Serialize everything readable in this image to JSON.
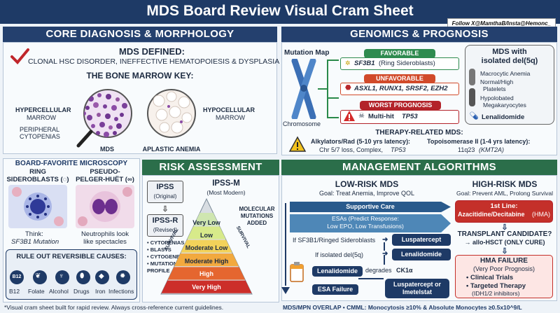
{
  "header": {
    "title": "MDS Board Review Visual Cram Sheet",
    "follow": "Follow X@MamthaB/Insta@Hemonc_"
  },
  "core": {
    "title": "CORE DIAGNOSIS & MORPHOLOGY",
    "defined_label": "MDS DEFINED:",
    "defined_text": "CLONAL HSC DISORDER, INEFFECTIVE HEMATOPOIESIS & DYSPLASIA",
    "marrow_key": "THE BONE MARROW KEY:",
    "hypercellular": "HYPERCELLULAR",
    "marrow1": "MARROW",
    "peripheral": "PERIPHERAL",
    "cytopenias": "CYTOPENIAS",
    "hypocellular": "HYPOCELLULAR",
    "marrow2": "MARROW",
    "mds": "MDS",
    "aplastic": "APLASTIC ANEMIA"
  },
  "genomics": {
    "title": "GENOMICS & PROGNOSIS",
    "mutation_map": "Mutation Map",
    "chromosome": "Chromosome",
    "favorable": "FAVORABLE",
    "favorable_gene": "SF3B1",
    "favorable_note": "(Ring Sideroblasts)",
    "unfavorable": "UNFAVORABLE",
    "unfavorable_genes": "ASXL1, RUNX1, SRSF2, EZH2",
    "worst": "WORST PROGNOSIS",
    "worst_text": "Multi-hit",
    "worst_gene": "TP53",
    "del5q_title1": "MDS with",
    "del5q_title2": "isolated del(5q)",
    "del5q_items": [
      "Macrocytic Anemia",
      "Normal/High",
      "Platelets",
      "Hypolobated",
      "Megakaryocytes"
    ],
    "lenalidomide": "Lenalidomide",
    "therapy_title": "THERAPY-RELATED MDS:",
    "alk1": "Alkylators/Rad (5-10 yrs latency):",
    "alk2": "Chr 5/7 loss, Complex,",
    "alk2_gene": "TP53",
    "topo1": "Topoisomerase II (1-4 yrs latency):",
    "topo2": "11q23",
    "topo2_gene": "(KMT2A)"
  },
  "micro": {
    "title": "BOARD-FAVORITE MICROSCOPY",
    "ring1": "RING",
    "ring2": "SIDEROBLASTS (◌)",
    "pseudo1": "PSEUDO-",
    "pseudo2": "PELGER-HUËT (∞)",
    "think": "Think:",
    "think_gene": "SF3B1 Mutation",
    "neutro1": "Neutrophils look",
    "neutro2": "like spectacles",
    "rule_out": "RULE OUT REVERSIBLE CAUSES:",
    "causes": [
      "B12",
      "Folate",
      "Alcohol",
      "Drugs",
      "Iron",
      "Infections"
    ]
  },
  "risk": {
    "title": "RISK ASSESSMENT (IPSS)",
    "ipss": "IPSS",
    "ipss_sub": "(Original)",
    "ipssr": "IPSS-R",
    "ipssr_sub": "(Revised)",
    "inputs": [
      "• CYTOPENIAS",
      "• BLASTS",
      "• CYTOGENETICS",
      "• MUTATION",
      "  PROFILE"
    ],
    "ipssm": "IPSS-M",
    "ipssm_sub": "(Most Modern)",
    "molecular": [
      "MOLECULAR",
      "MUTATIONS",
      "ADDED"
    ],
    "survival": "SURVIVAL",
    "levels": [
      "Very Low",
      "Low",
      "Moderate Low",
      "Moderate High",
      "High",
      "Very High"
    ],
    "colors": [
      "#cfe6b0",
      "#d7ea8a",
      "#f3d25a",
      "#f2a93e",
      "#e5662f",
      "#cc2e2a"
    ]
  },
  "mgmt": {
    "title": "MANAGEMENT ALGORITHMS",
    "low_title": "LOW-RISK MDS",
    "low_goal": "Goal: Treat Anemia, Improve QOL",
    "supportive": "Supportive Care",
    "esas": "ESAs (Predict Response:",
    "esas2": "Low EPO, Low Transfusions)",
    "if_sf3b1": "If SF3B1/Ringed Sideroblasts",
    "luspatercept": "Luspatercept",
    "if_del5q": "If isolated del(5q)",
    "lenalidomide": "Lenalidomide",
    "lenalidomide2": "Lenalidomide",
    "degrades": "degrades",
    "ck1a": "CK1α",
    "esa_failure": "ESA Failure",
    "lusp_or": "Luspatercept or",
    "imetelstat": "Imetelstat",
    "high_title": "HIGH-RISK MDS",
    "high_goal": "Goal: Prevent AML, Prolong Survival",
    "first_line": "1st Line:",
    "first_line2": "Azacitidine/Decitabine",
    "hma": "(HMA)",
    "transplant": "TRANSPLANT CANDIDATE?",
    "allo": "→ allo-HSCT (ONLY CURE)",
    "hma_failure": "HMA FAILURE",
    "hma_failure2": "(Very Poor Prognosis)",
    "trials": "• Clinical Trials",
    "targeted": "• Targeted Therapy",
    "targeted2": "(IDH1/2 inhibitors)"
  },
  "footer": {
    "note": "*Visual cram sheet built for rapid review. Always cross-reference current guidelines.",
    "overlap": "MDS/MPN OVERLAP • CMML: Monocytosis ≥10% & Absolute Monocytes ≥0.5x10^9/L"
  }
}
